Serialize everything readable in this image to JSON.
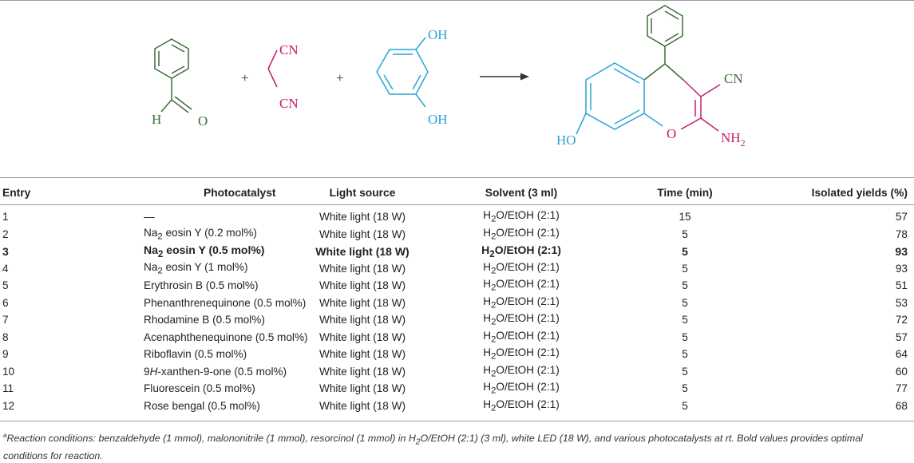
{
  "scheme": {
    "plus_signs": [
      "+",
      "+"
    ],
    "benzaldehyde": {
      "h": "H",
      "o": "O"
    },
    "malononitrile": {
      "cn_top": "CN",
      "cn_bottom": "CN"
    },
    "resorcinol": {
      "oh_top": "OH",
      "oh_bottom": "OH"
    },
    "product": {
      "cn": "CN",
      "ho": "HO",
      "o": "O",
      "nh": "NH",
      "nh_sub": "2"
    },
    "colors": {
      "benzaldehyde": "#3d6b3a",
      "malononitrile": "#c41c6e",
      "resorcinol": "#29a3d6",
      "arrow": "#333333"
    }
  },
  "table": {
    "headers": [
      "Entry",
      "Photocatalyst",
      "Light source",
      "Solvent (3 ml)",
      "Time (min)",
      "Isolated yields (%)"
    ],
    "rows": [
      {
        "entry": "1",
        "cat_a": "—",
        "cat_b": "",
        "cat_c": "",
        "light": "White light (18 W)",
        "solvent_a": "H",
        "solvent_sub": "2",
        "solvent_b": "O/EtOH (2:1)",
        "time": "15",
        "yield": "57",
        "bold": false
      },
      {
        "entry": "2",
        "cat_a": "Na",
        "cat_sub": "2",
        "cat_b": " eosin Y (0.2 mol%)",
        "light": "White light (18 W)",
        "solvent_a": "H",
        "solvent_sub": "2",
        "solvent_b": "O/EtOH (2:1)",
        "time": "5",
        "yield": "78",
        "bold": false
      },
      {
        "entry": "3",
        "cat_a": "Na",
        "cat_sub": "2",
        "cat_b": " eosin Y (0.5 mol%)",
        "light": "White light (18 W)",
        "solvent_a": "H",
        "solvent_sub": "2",
        "solvent_b": "O/EtOH (2:1)",
        "time": "5",
        "yield": "93",
        "bold": true
      },
      {
        "entry": "4",
        "cat_a": "Na",
        "cat_sub": "2",
        "cat_b": " eosin Y (1 mol%)",
        "light": "White light (18 W)",
        "solvent_a": "H",
        "solvent_sub": "2",
        "solvent_b": "O/EtOH (2:1)",
        "time": "5",
        "yield": "93",
        "bold": false
      },
      {
        "entry": "5",
        "cat_a": "Erythrosin B (0.5 mol%)",
        "light": "White light (18 W)",
        "solvent_a": "H",
        "solvent_sub": "2",
        "solvent_b": "O/EtOH (2:1)",
        "time": "5",
        "yield": "51",
        "bold": false,
        "indent": true
      },
      {
        "entry": "6",
        "cat_a": "Phenanthrenequinone (0.5 mol%)",
        "light": "White light (18 W)",
        "solvent_a": "H",
        "solvent_sub": "2",
        "solvent_b": "O/EtOH (2:1)",
        "time": "5",
        "yield": "53",
        "bold": false
      },
      {
        "entry": "7",
        "cat_a": "Rhodamine B (0.5 mol%)",
        "light": "White light (18 W)",
        "solvent_a": "H",
        "solvent_sub": "2",
        "solvent_b": "O/EtOH (2:1)",
        "time": "5",
        "yield": "72",
        "bold": false
      },
      {
        "entry": "8",
        "cat_a": "Acenaphthenequinone (0.5 mol%)",
        "light": "White light (18 W)",
        "solvent_a": "H",
        "solvent_sub": "2",
        "solvent_b": "O/EtOH (2:1)",
        "time": "5",
        "yield": "57",
        "bold": false
      },
      {
        "entry": "9",
        "cat_a": "Riboflavin (0.5 mol%)",
        "light": "White light (18 W)",
        "solvent_a": "H",
        "solvent_sub": "2",
        "solvent_b": "O/EtOH (2:1)",
        "time": "5",
        "yield": "64",
        "bold": false
      },
      {
        "entry": "10",
        "cat_a": "9",
        "cat_ital": "H",
        "cat_b": "-xanthen-9-one (0.5 mol%)",
        "light": "White light (18 W)",
        "solvent_a": "H",
        "solvent_sub": "2",
        "solvent_b": "O/EtOH (2:1)",
        "time": "5",
        "yield": "60",
        "bold": false
      },
      {
        "entry": "11",
        "cat_a": "Fluorescein (0.5 mol%)",
        "light": "White light (18 W)",
        "solvent_a": "H",
        "solvent_sub": "2",
        "solvent_b": "O/EtOH (2:1)",
        "time": "5",
        "yield": "77",
        "bold": false
      },
      {
        "entry": "12",
        "cat_a": "Rose bengal (0.5 mol%)",
        "light": "White light (18 W)",
        "solvent_a": "H",
        "solvent_sub": "2",
        "solvent_b": "O/EtOH (2:1)",
        "time": "5",
        "yield": "68",
        "bold": false
      }
    ]
  },
  "footnote": {
    "marker": "a",
    "part1": "Reaction conditions: benzaldehyde (1 mmol), malononitrile (1 mmol), resorcinol (1 mmol) in H",
    "sub": "2",
    "part2": "O/EtOH (2:1) (3 ml), white LED (18 W), and various photocatalysts at rt. Bold values provides optimal conditions for reaction."
  }
}
